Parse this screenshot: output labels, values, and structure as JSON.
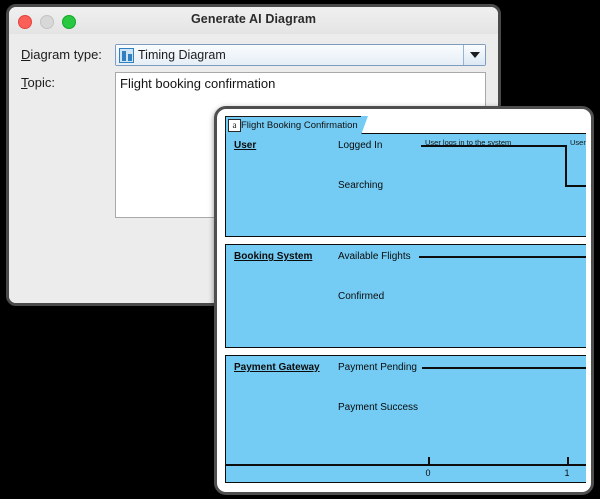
{
  "dialog": {
    "title": "Generate AI Diagram",
    "traffic_lights": [
      "close",
      "minimize",
      "maximize"
    ],
    "fields": {
      "diagram_type": {
        "label_prefix": "D",
        "label_rest": "iagram type:",
        "icon": "timing-diagram-icon",
        "value": "Timing Diagram",
        "arrow": "chevron-down-icon"
      },
      "topic": {
        "label_prefix": "T",
        "label_rest": "opic:",
        "value": "Flight booking confirmation",
        "placeholder": ""
      }
    }
  },
  "preview": {
    "tab": {
      "icon_glyph": "a",
      "label": "Flight Booking Confirmation"
    },
    "lanes": [
      {
        "name": "User",
        "state_high": "Logged In",
        "state_low": "Searching",
        "annotation_1": "User logs in to the system",
        "annotation_2": "User sea"
      },
      {
        "name": "Booking System",
        "state_high": "Available Flights",
        "state_low": "Confirmed"
      },
      {
        "name": "Payment Gateway",
        "state_high": "Payment Pending",
        "state_low": "Payment Success"
      }
    ],
    "axis": {
      "ticks": [
        "0",
        "1"
      ]
    }
  },
  "colors": {
    "diagram_fill": "#74CCF4",
    "diagram_stroke": "#0d0d0d",
    "window_chrome": "#ececec",
    "desktop": "#000000"
  }
}
